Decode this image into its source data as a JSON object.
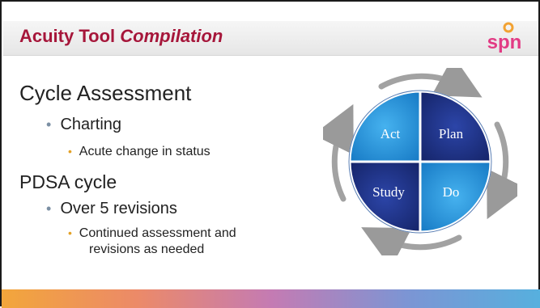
{
  "slide": {
    "title_regular": "Acuity Tool ",
    "title_italic": "Compilation",
    "logo_text": "spn",
    "bullets": {
      "item1": "Cycle Assessment",
      "item1_sub": "Charting",
      "item1_sub_sub": "Acute change in status",
      "item2": "PDSA cycle",
      "item2_sub": "Over 5 revisions",
      "item2_sub_sub_line1": "Continued assessment and",
      "item2_sub_sub_line2": "revisions as needed"
    },
    "bullet_glyph": "•"
  },
  "pdsa_diagram": {
    "quadrants": {
      "act": "Act",
      "plan": "Plan",
      "study": "Study",
      "do": "Do"
    },
    "colors": {
      "light_blue": "#1f8fd5",
      "dark_blue": "#1b2f84",
      "arrow_gray": "#9a9a9a"
    }
  },
  "colors": {
    "title": "#a6163a",
    "logo_orange": "#f2a233",
    "logo_magenta": "#e23b84",
    "bullet_gray": "#7b8fa3",
    "bullet_gold": "#e3a126"
  }
}
